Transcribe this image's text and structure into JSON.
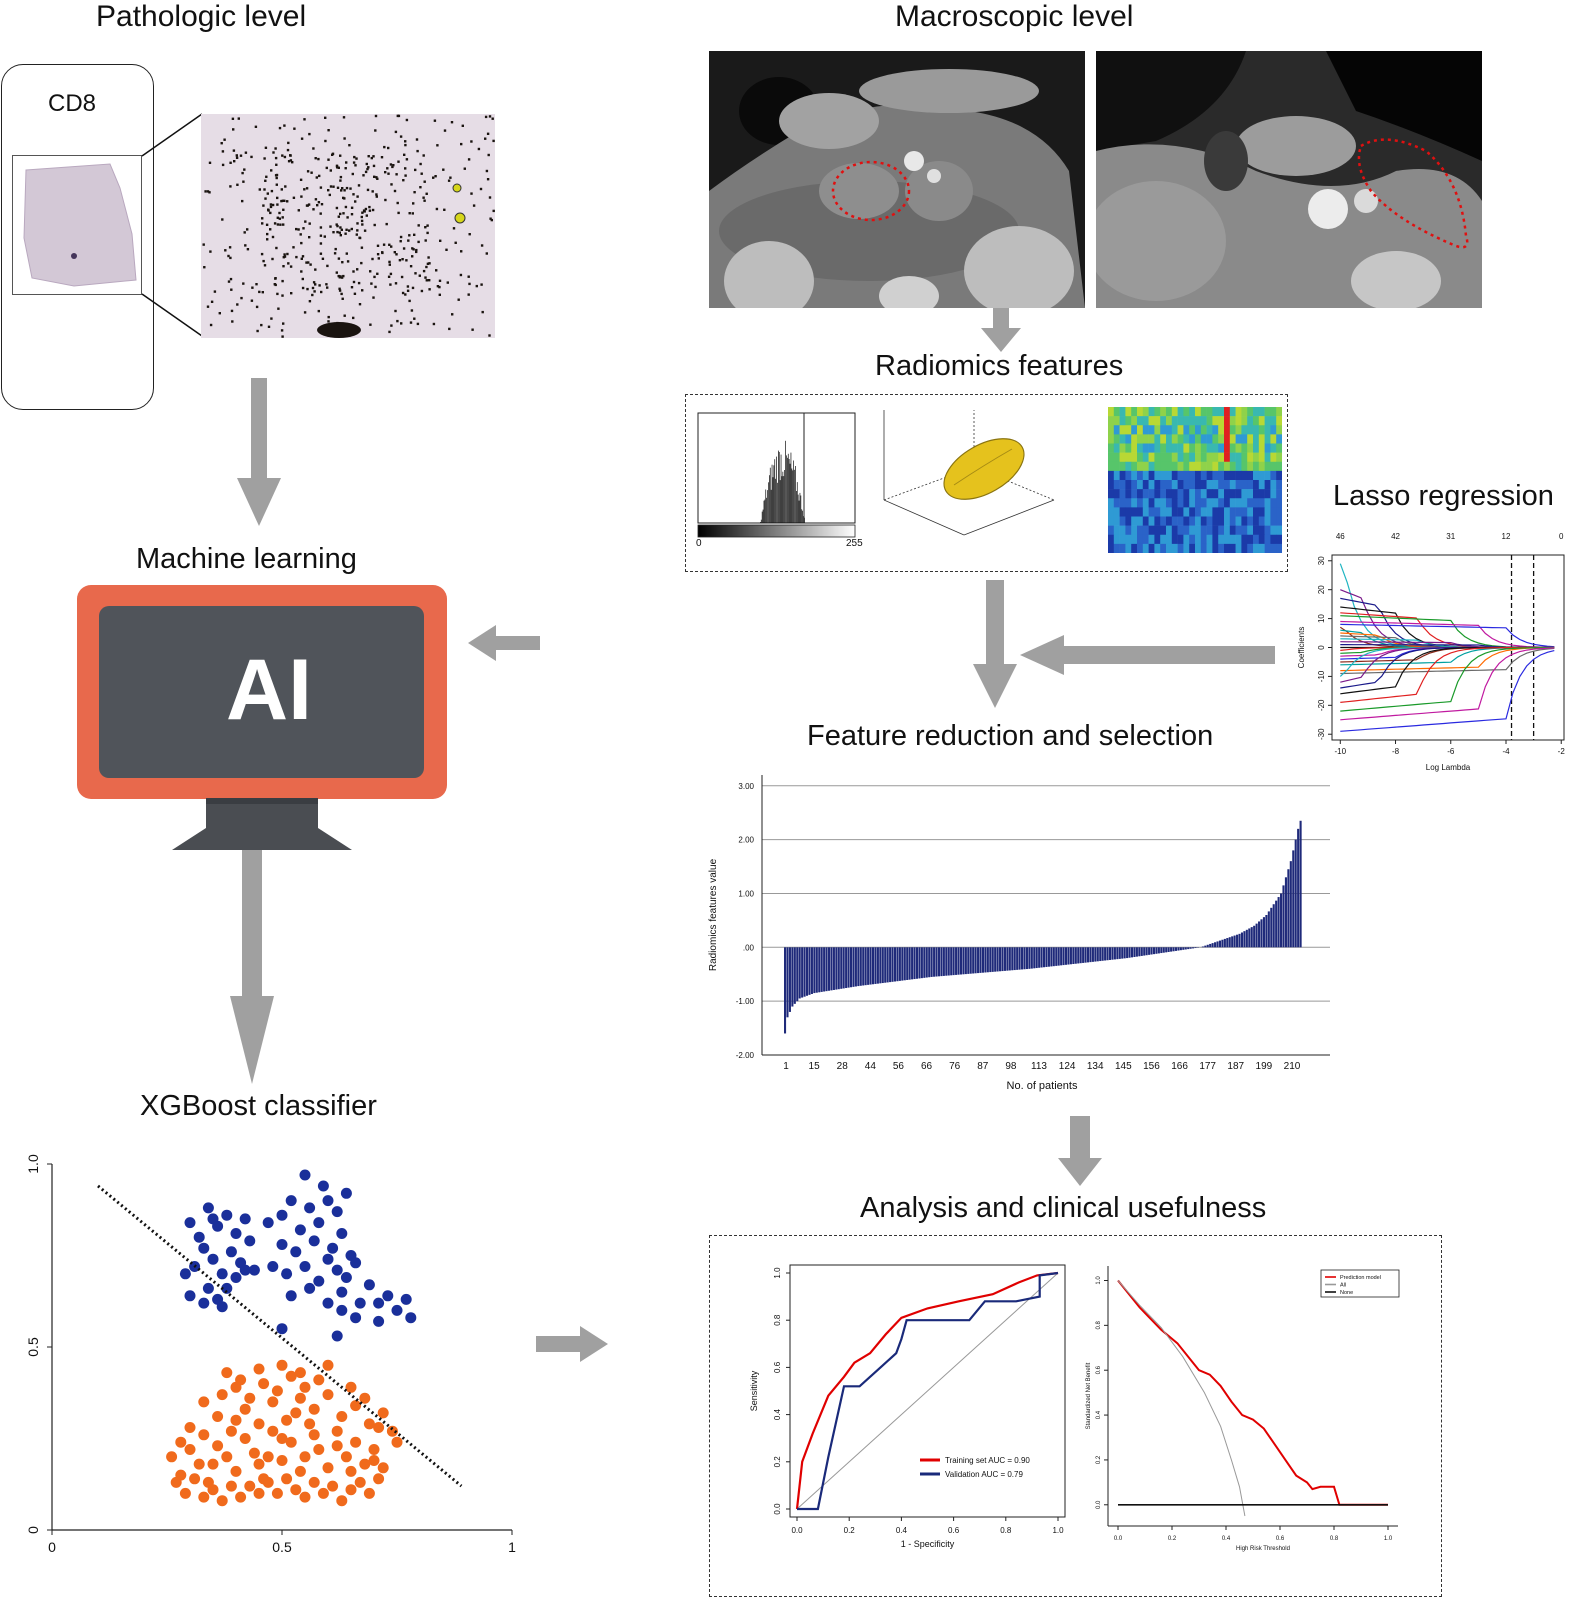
{
  "headings": {
    "pathologic": "Pathologic level",
    "macroscopic": "Macroscopic level",
    "radiomics": "Radiomics features",
    "lasso": "Lasso regression",
    "machine_learning": "Machine learning",
    "feature_reduction": "Feature reduction and selection",
    "xgboost": "XGBoost classifier",
    "analysis": "Analysis and clinical usefulness"
  },
  "pathology": {
    "stain_label": "CD8"
  },
  "monitor": {
    "screen_text": "AI"
  },
  "histogram": {
    "scale_min": "0",
    "scale_max": "255"
  },
  "colors": {
    "arrow": "#a0a0a0",
    "monitor_frame": "#e8694c",
    "monitor_screen": "#50545a",
    "bar": "#1f2a7a",
    "scatter_blue": "#1a2f9a",
    "scatter_orange": "#f06a1c",
    "roc_train": "#e00000",
    "roc_valid": "#1a2a7a"
  },
  "lasso_chart": {
    "type": "line",
    "xlabel": "Log Lambda",
    "ylabel": "Coefficients",
    "x_ticks": [
      "-10",
      "-8",
      "-6",
      "-4",
      "-2"
    ],
    "y_ticks": [
      "-30",
      "-20",
      "-10",
      "0",
      "10",
      "20",
      "30"
    ],
    "top_ticks": [
      "46",
      "42",
      "31",
      "12",
      "0"
    ],
    "xlim": [
      -10.3,
      -1.9
    ],
    "ylim": [
      -32,
      32
    ],
    "dashed_lines_x": [
      -3.8,
      -3.0
    ],
    "series_start": [
      29,
      20,
      17,
      14,
      12,
      11,
      9,
      8,
      7,
      6,
      5,
      4,
      3,
      2,
      1,
      0,
      -1,
      -2,
      -3,
      -4,
      -5,
      -6,
      -8,
      -9,
      -10,
      -12,
      -14,
      -16,
      -19,
      -22,
      -25,
      -29
    ],
    "decay_points": [
      -9.8,
      -9.2,
      -8.6,
      -8.0,
      -7.2,
      -6.0,
      -5.0,
      -4.0
    ]
  },
  "chart_data": [
    {
      "type": "bar",
      "ylabel": "Radiomics features value",
      "xlabel": "No. of patients",
      "ylim": [
        -2.0,
        3.2
      ],
      "y_ticks": [
        "-2.00",
        "-1.00",
        ".00",
        "1.00",
        "2.00",
        "3.00"
      ],
      "x_ticks": [
        "1",
        "15",
        "28",
        "44",
        "56",
        "66",
        "76",
        "87",
        "98",
        "113",
        "124",
        "134",
        "145",
        "156",
        "166",
        "177",
        "187",
        "199",
        "210"
      ],
      "n": 212,
      "anchor_index": [
        0,
        1,
        3,
        6,
        12,
        30,
        60,
        100,
        140,
        170,
        186,
        192,
        197,
        200,
        203,
        205,
        207,
        209,
        210,
        211
      ],
      "anchor_value": [
        -1.6,
        -1.3,
        -1.1,
        -0.95,
        -0.85,
        -0.72,
        -0.55,
        -0.4,
        -0.2,
        0.0,
        0.25,
        0.4,
        0.6,
        0.8,
        1.0,
        1.3,
        1.6,
        2.0,
        2.2,
        2.35
      ]
    },
    {
      "type": "scatter",
      "x_ticks": [
        "0",
        "0.5",
        "1"
      ],
      "y_ticks": [
        "0",
        "0.5",
        "1.0"
      ],
      "xlim": [
        0,
        1
      ],
      "ylim": [
        0,
        1
      ],
      "decision_line": [
        [
          0.1,
          0.94
        ],
        [
          0.89,
          0.12
        ]
      ],
      "blue_points": [
        [
          0.3,
          0.84
        ],
        [
          0.32,
          0.8
        ],
        [
          0.34,
          0.88
        ],
        [
          0.36,
          0.83
        ],
        [
          0.38,
          0.86
        ],
        [
          0.4,
          0.81
        ],
        [
          0.42,
          0.85
        ],
        [
          0.33,
          0.77
        ],
        [
          0.35,
          0.74
        ],
        [
          0.37,
          0.7
        ],
        [
          0.31,
          0.72
        ],
        [
          0.39,
          0.76
        ],
        [
          0.41,
          0.73
        ],
        [
          0.43,
          0.79
        ],
        [
          0.29,
          0.7
        ],
        [
          0.38,
          0.66
        ],
        [
          0.36,
          0.63
        ],
        [
          0.34,
          0.66
        ],
        [
          0.4,
          0.69
        ],
        [
          0.42,
          0.71
        ],
        [
          0.3,
          0.64
        ],
        [
          0.33,
          0.62
        ],
        [
          0.37,
          0.61
        ],
        [
          0.44,
          0.71
        ],
        [
          0.35,
          0.85
        ],
        [
          0.47,
          0.84
        ],
        [
          0.5,
          0.86
        ],
        [
          0.52,
          0.9
        ],
        [
          0.54,
          0.82
        ],
        [
          0.56,
          0.88
        ],
        [
          0.58,
          0.84
        ],
        [
          0.6,
          0.9
        ],
        [
          0.62,
          0.87
        ],
        [
          0.64,
          0.92
        ],
        [
          0.55,
          0.97
        ],
        [
          0.59,
          0.94
        ],
        [
          0.5,
          0.78
        ],
        [
          0.53,
          0.76
        ],
        [
          0.57,
          0.79
        ],
        [
          0.61,
          0.77
        ],
        [
          0.63,
          0.81
        ],
        [
          0.65,
          0.75
        ],
        [
          0.48,
          0.72
        ],
        [
          0.51,
          0.7
        ],
        [
          0.55,
          0.72
        ],
        [
          0.58,
          0.68
        ],
        [
          0.6,
          0.74
        ],
        [
          0.62,
          0.71
        ],
        [
          0.64,
          0.69
        ],
        [
          0.66,
          0.73
        ],
        [
          0.52,
          0.64
        ],
        [
          0.56,
          0.66
        ],
        [
          0.6,
          0.62
        ],
        [
          0.63,
          0.65
        ],
        [
          0.67,
          0.62
        ],
        [
          0.69,
          0.67
        ],
        [
          0.71,
          0.62
        ],
        [
          0.73,
          0.64
        ],
        [
          0.75,
          0.6
        ],
        [
          0.77,
          0.63
        ],
        [
          0.66,
          0.58
        ],
        [
          0.71,
          0.57
        ],
        [
          0.78,
          0.58
        ],
        [
          0.62,
          0.53
        ],
        [
          0.5,
          0.55
        ],
        [
          0.63,
          0.6
        ]
      ],
      "orange_points": [
        [
          0.26,
          0.2
        ],
        [
          0.28,
          0.15
        ],
        [
          0.3,
          0.22
        ],
        [
          0.32,
          0.18
        ],
        [
          0.34,
          0.13
        ],
        [
          0.36,
          0.23
        ],
        [
          0.38,
          0.2
        ],
        [
          0.4,
          0.16
        ],
        [
          0.42,
          0.25
        ],
        [
          0.44,
          0.21
        ],
        [
          0.46,
          0.14
        ],
        [
          0.48,
          0.27
        ],
        [
          0.5,
          0.19
        ],
        [
          0.52,
          0.24
        ],
        [
          0.54,
          0.16
        ],
        [
          0.56,
          0.29
        ],
        [
          0.58,
          0.22
        ],
        [
          0.6,
          0.17
        ],
        [
          0.62,
          0.27
        ],
        [
          0.64,
          0.2
        ],
        [
          0.66,
          0.24
        ],
        [
          0.68,
          0.18
        ],
        [
          0.7,
          0.22
        ],
        [
          0.72,
          0.17
        ],
        [
          0.27,
          0.13
        ],
        [
          0.29,
          0.1
        ],
        [
          0.31,
          0.14
        ],
        [
          0.33,
          0.09
        ],
        [
          0.35,
          0.11
        ],
        [
          0.37,
          0.08
        ],
        [
          0.39,
          0.12
        ],
        [
          0.41,
          0.09
        ],
        [
          0.43,
          0.12
        ],
        [
          0.45,
          0.1
        ],
        [
          0.47,
          0.13
        ],
        [
          0.49,
          0.1
        ],
        [
          0.51,
          0.14
        ],
        [
          0.53,
          0.11
        ],
        [
          0.55,
          0.09
        ],
        [
          0.57,
          0.13
        ],
        [
          0.59,
          0.1
        ],
        [
          0.61,
          0.12
        ],
        [
          0.63,
          0.08
        ],
        [
          0.65,
          0.11
        ],
        [
          0.67,
          0.13
        ],
        [
          0.69,
          0.1
        ],
        [
          0.71,
          0.14
        ],
        [
          0.3,
          0.28
        ],
        [
          0.33,
          0.26
        ],
        [
          0.36,
          0.31
        ],
        [
          0.39,
          0.27
        ],
        [
          0.42,
          0.33
        ],
        [
          0.45,
          0.29
        ],
        [
          0.48,
          0.35
        ],
        [
          0.51,
          0.3
        ],
        [
          0.54,
          0.36
        ],
        [
          0.57,
          0.33
        ],
        [
          0.6,
          0.37
        ],
        [
          0.63,
          0.31
        ],
        [
          0.66,
          0.34
        ],
        [
          0.69,
          0.29
        ],
        [
          0.72,
          0.32
        ],
        [
          0.74,
          0.27
        ],
        [
          0.37,
          0.37
        ],
        [
          0.4,
          0.39
        ],
        [
          0.43,
          0.36
        ],
        [
          0.46,
          0.4
        ],
        [
          0.49,
          0.38
        ],
        [
          0.52,
          0.42
        ],
        [
          0.55,
          0.39
        ],
        [
          0.58,
          0.41
        ],
        [
          0.38,
          0.43
        ],
        [
          0.41,
          0.41
        ],
        [
          0.45,
          0.44
        ],
        [
          0.5,
          0.45
        ],
        [
          0.54,
          0.43
        ],
        [
          0.6,
          0.45
        ],
        [
          0.65,
          0.39
        ],
        [
          0.68,
          0.36
        ],
        [
          0.71,
          0.28
        ],
        [
          0.75,
          0.24
        ],
        [
          0.35,
          0.18
        ],
        [
          0.45,
          0.18
        ],
        [
          0.55,
          0.2
        ],
        [
          0.65,
          0.16
        ],
        [
          0.28,
          0.24
        ],
        [
          0.4,
          0.3
        ],
        [
          0.5,
          0.25
        ],
        [
          0.62,
          0.23
        ],
        [
          0.7,
          0.19
        ],
        [
          0.47,
          0.2
        ],
        [
          0.57,
          0.26
        ],
        [
          0.33,
          0.35
        ],
        [
          0.53,
          0.32
        ]
      ]
    },
    {
      "type": "line",
      "xlabel": "1 - Specificity",
      "ylabel": "Sensitivity",
      "x_ticks": [
        "0.0",
        "0.2",
        "0.4",
        "0.6",
        "0.8",
        "1.0"
      ],
      "y_ticks": [
        "0.0",
        "0.2",
        "0.4",
        "0.6",
        "0.8",
        "1.0"
      ],
      "xlim": [
        0,
        1
      ],
      "ylim": [
        0,
        1
      ],
      "legend": {
        "placement": "bottom-right",
        "entries": [
          "Training set AUC =  0.90",
          "Validation AUC =  0.79"
        ]
      },
      "series": [
        {
          "name": "Training set AUC =  0.90",
          "points": [
            [
              0,
              0
            ],
            [
              0.01,
              0.1
            ],
            [
              0.02,
              0.2
            ],
            [
              0.06,
              0.32
            ],
            [
              0.12,
              0.48
            ],
            [
              0.18,
              0.56
            ],
            [
              0.22,
              0.62
            ],
            [
              0.28,
              0.66
            ],
            [
              0.34,
              0.74
            ],
            [
              0.4,
              0.81
            ],
            [
              0.5,
              0.85
            ],
            [
              0.62,
              0.88
            ],
            [
              0.75,
              0.91
            ],
            [
              0.85,
              0.96
            ],
            [
              0.92,
              0.99
            ],
            [
              1,
              1
            ]
          ]
        },
        {
          "name": "Validation AUC =  0.79",
          "points": [
            [
              0,
              0
            ],
            [
              0.08,
              0
            ],
            [
              0.12,
              0.22
            ],
            [
              0.18,
              0.52
            ],
            [
              0.24,
              0.52
            ],
            [
              0.32,
              0.6
            ],
            [
              0.38,
              0.66
            ],
            [
              0.4,
              0.72
            ],
            [
              0.42,
              0.8
            ],
            [
              0.52,
              0.8
            ],
            [
              0.66,
              0.8
            ],
            [
              0.72,
              0.88
            ],
            [
              0.84,
              0.88
            ],
            [
              0.93,
              0.9
            ],
            [
              0.93,
              0.99
            ],
            [
              1,
              1
            ]
          ]
        }
      ]
    },
    {
      "type": "line",
      "xlabel": "High Risk Threshold",
      "ylabel": "Standardized Net Benefit",
      "x_ticks": [
        "0.0",
        "0.2",
        "0.4",
        "0.6",
        "0.8",
        "1.0"
      ],
      "y_ticks": [
        "0.0",
        "0.2",
        "0.4",
        "0.6",
        "0.8",
        "1.0"
      ],
      "xlim": [
        0,
        1
      ],
      "ylim": [
        -0.05,
        1.02
      ],
      "legend": {
        "placement": "top-right",
        "entries": [
          "Prediction model",
          "All",
          "None"
        ]
      },
      "series": [
        {
          "name": "Prediction model",
          "points": [
            [
              0,
              1
            ],
            [
              0.08,
              0.88
            ],
            [
              0.16,
              0.78
            ],
            [
              0.22,
              0.72
            ],
            [
              0.28,
              0.63
            ],
            [
              0.3,
              0.6
            ],
            [
              0.34,
              0.58
            ],
            [
              0.38,
              0.53
            ],
            [
              0.42,
              0.46
            ],
            [
              0.46,
              0.4
            ],
            [
              0.5,
              0.38
            ],
            [
              0.54,
              0.34
            ],
            [
              0.58,
              0.27
            ],
            [
              0.62,
              0.2
            ],
            [
              0.66,
              0.13
            ],
            [
              0.7,
              0.1
            ],
            [
              0.72,
              0.07
            ],
            [
              0.75,
              0.08
            ],
            [
              0.8,
              0.08
            ],
            [
              0.82,
              0
            ],
            [
              1,
              0
            ]
          ]
        },
        {
          "name": "All",
          "points": [
            [
              0,
              1
            ],
            [
              0.08,
              0.89
            ],
            [
              0.16,
              0.79
            ],
            [
              0.24,
              0.66
            ],
            [
              0.32,
              0.5
            ],
            [
              0.38,
              0.35
            ],
            [
              0.42,
              0.2
            ],
            [
              0.45,
              0.08
            ],
            [
              0.47,
              -0.05
            ]
          ]
        },
        {
          "name": "None",
          "points": [
            [
              0,
              0
            ],
            [
              1,
              0
            ]
          ]
        }
      ]
    }
  ]
}
